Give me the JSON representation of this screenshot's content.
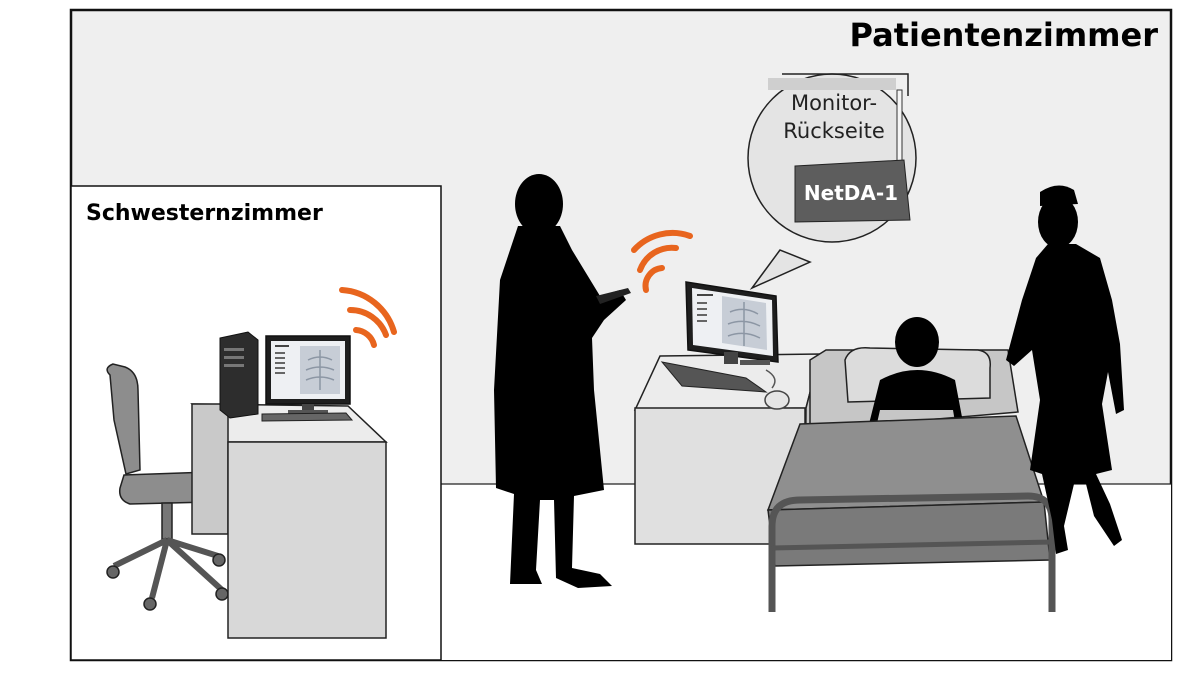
{
  "rooms": {
    "patient_room": "Patientenzimmer",
    "nurse_room": "Schwesternzimmer"
  },
  "callout": {
    "line1": "Monitor-",
    "line2": "Rückseite",
    "device_label": "NetDA-1"
  },
  "colors": {
    "wireless": "#e8651e",
    "silhouette": "#000000",
    "wall": "#efefef",
    "furniture": "#d8d8d8"
  },
  "icons": [
    "wifi-signal-icon",
    "computer-tower-icon",
    "monitor-icon",
    "keyboard-icon",
    "mouse-icon",
    "clipboard-icon"
  ]
}
